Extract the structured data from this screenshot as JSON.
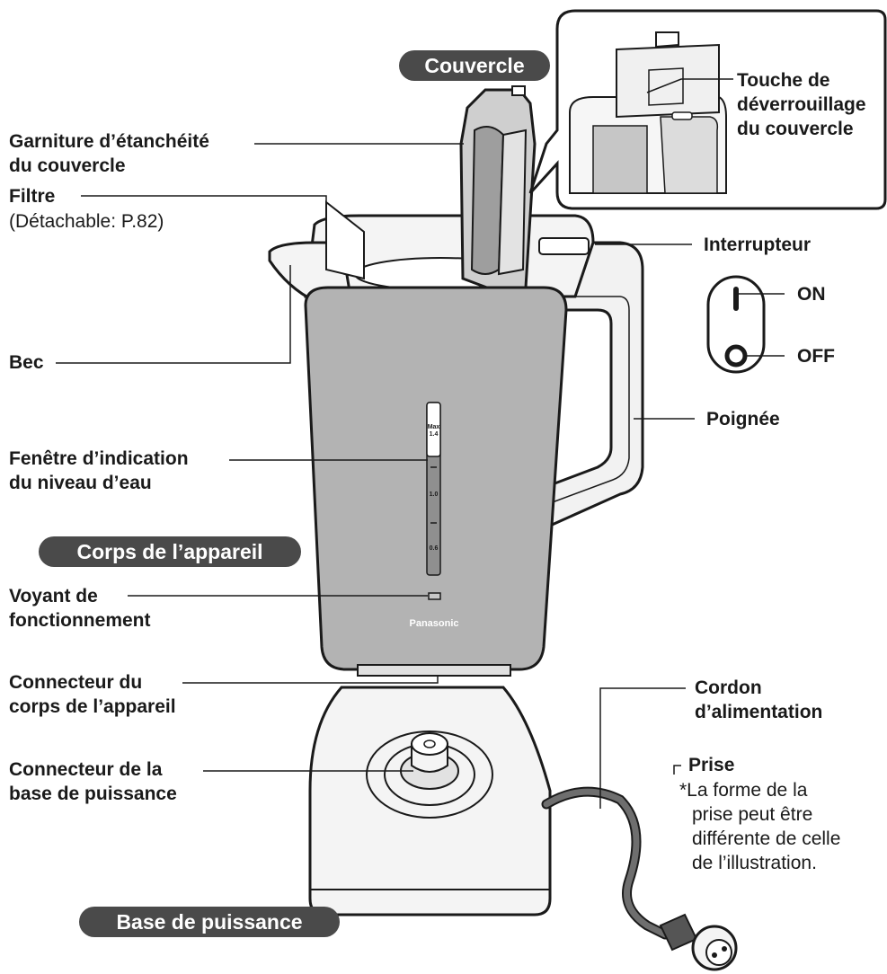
{
  "sections": {
    "lid": "Couvercle",
    "body": "Corps de l’appareil",
    "base": "Base de puissance"
  },
  "labels": {
    "lid_gasket": [
      "Garniture d’étanchéité",
      "du couvercle"
    ],
    "filter": "Filtre",
    "filter_note": "(Détachable: P.82)",
    "spout": "Bec",
    "water_window": [
      "Fenêtre d’indication",
      "du niveau d’eau"
    ],
    "indicator": [
      "Voyant de",
      "fonctionnement"
    ],
    "body_connector": [
      "Connecteur du",
      "corps de l’appareil"
    ],
    "base_connector": [
      "Connecteur de la",
      "base de puissance"
    ],
    "lid_release": [
      "Touche de",
      "déverrouillage",
      "du couvercle"
    ],
    "switch": "Interrupteur",
    "on": "ON",
    "off": "OFF",
    "handle": "Poignée",
    "cord": [
      "Cordon",
      "d’alimentation"
    ],
    "plug": "Prise",
    "plug_note": [
      "*La forme de la",
      "prise peut être",
      "différente de celle",
      "de l’illustration."
    ]
  },
  "gauge": {
    "max_label": [
      "Max",
      "1.4"
    ],
    "marks": [
      "1.0",
      "0.6"
    ]
  },
  "brand": "Panasonic",
  "colors": {
    "body_gray": "#b3b3b3",
    "outline": "#1a1a1a",
    "pill_bg": "#4a4a4a",
    "light_gray": "#e6e6e6"
  }
}
